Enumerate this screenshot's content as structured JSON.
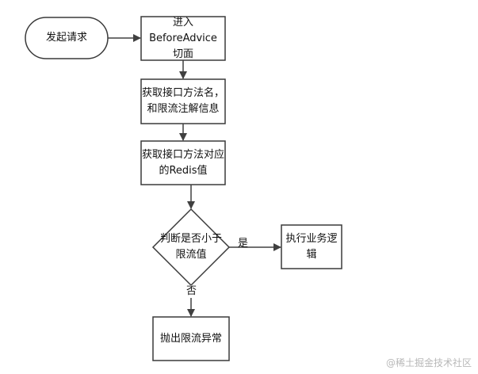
{
  "flowchart": {
    "start": "发起请求",
    "step_before_advice": "进入BeforeAdvice\n切面",
    "step_get_method": "获取接口方法名，\n和限流注解信息",
    "step_get_redis": "获取接口方法对应\n的Redis值",
    "decision": "判断是否小于\n限流值",
    "yes_label": "是",
    "no_label": "否",
    "action_business": "执行业务逻\n辑",
    "action_exception": "抛出限流异常"
  },
  "watermark": "@稀土掘金技术社区"
}
